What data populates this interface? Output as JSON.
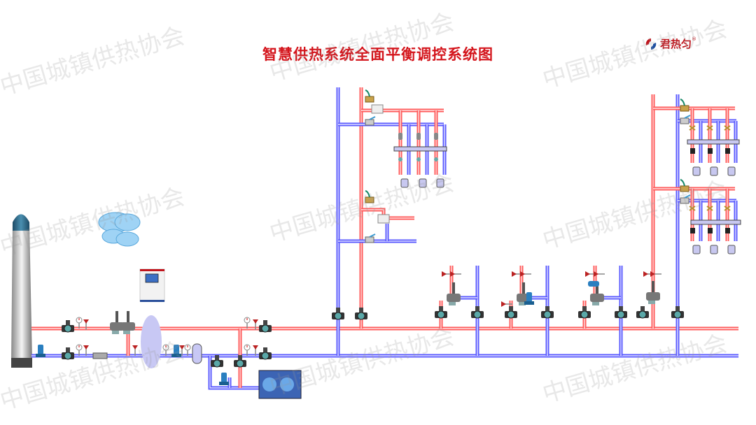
{
  "title": "智慧供热系统全面平衡调控系统图",
  "logo": {
    "text": "君热匀",
    "reg": "®"
  },
  "watermark": "中国城镇供热协会",
  "colors": {
    "supply": "#ff5a5a",
    "return": "#5a5aff",
    "title": "#d4151c"
  }
}
